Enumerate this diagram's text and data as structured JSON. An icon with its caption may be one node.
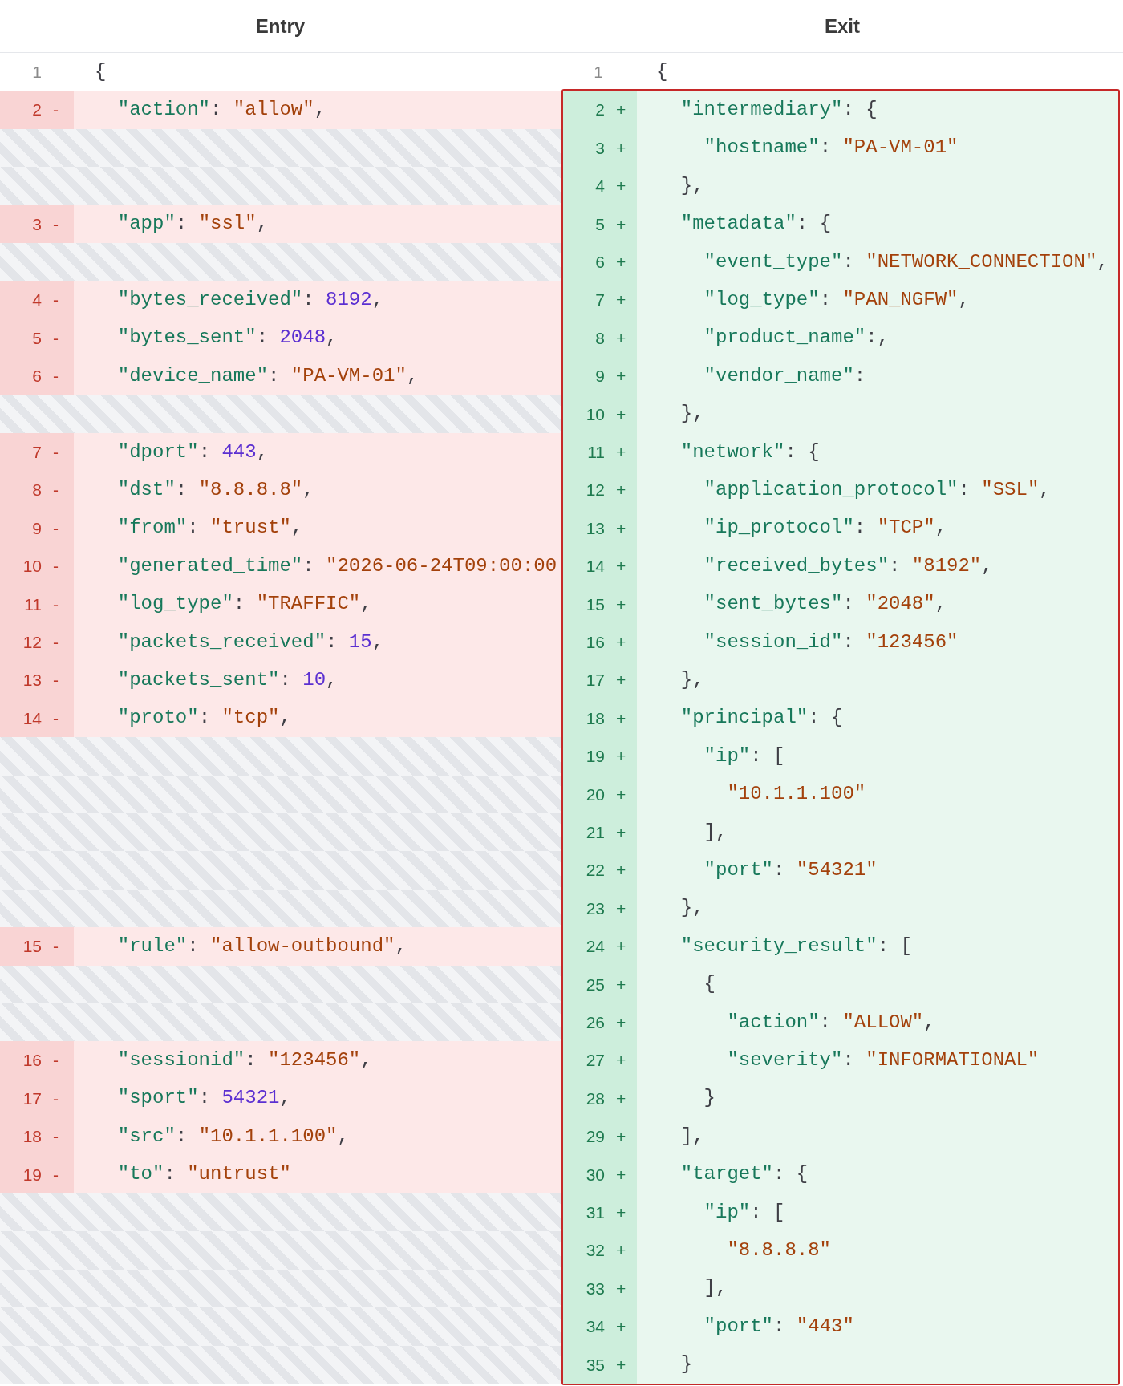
{
  "diagram": {
    "nodes": [
      {
        "text": [
          "2",
          "+",
          "\"intermediary\": {",
          "3",
          "+",
          "\"hostname\": \"PA-VM-01\"",
          "4",
          "+",
          "},",
          "5",
          "+",
          "\"metadata\": {",
          "6",
          "+",
          "\"event_type\": \"NETWORK_CONNECTION\",",
          "7",
          "+",
          "\"log_type\": \"PAN_NGFW\",",
          "8",
          "+",
          "\"product_name\":,",
          "9",
          "+",
          "\"vendor_name\":",
          "10",
          "+",
          "},",
          "11",
          "+",
          "\"network\": {",
          "12",
          "+",
          "\"application_protocol\": \"SSL\",",
          "13",
          "+",
          "\"ip_protocol\": \"TCP\",",
          "14",
          "+",
          "\"received_bytes\": \"8192\",",
          "15",
          "+",
          "\"sent_bytes\": \"2048\",",
          "16",
          "+",
          "\"session_id\": \"123456\"",
          "17",
          "+",
          "},",
          "18",
          "+",
          "\"principal\": {",
          "19",
          "+",
          "\"ip\": [",
          "20",
          "+",
          "\"10.1.1.100\"",
          "21",
          "+",
          "],",
          "22",
          "+",
          "\"port\": \"54321\"",
          "23",
          "+",
          "},",
          "24",
          "+",
          "\"security_result\": [",
          "25",
          "+",
          "{",
          "26",
          "+",
          "\"action\": \"ALLOW\",",
          "27",
          "+",
          "\"severity\": \"INFORMATIONAL\"",
          "28",
          "+",
          "}",
          "29",
          "+",
          "],",
          "30",
          "+",
          "\"target\": {",
          "31",
          "+",
          "\"ip\": [",
          "32",
          "+",
          "\"8.8.8.8\"",
          "33",
          "+",
          "],",
          "34",
          "+",
          "\"port\": \"443\"",
          "35",
          "+",
          "}"
        ]
      }
    ],
    "labels": [
      "Entry",
      "Exit",
      "1",
      "{",
      "2",
      "-",
      "\"action\": \"allow\",",
      "3",
      "-",
      "\"app\": \"ssl\",",
      "4",
      "-",
      "\"bytes_received\": 8192,",
      "5",
      "-",
      "\"bytes_sent\": 2048,",
      "6",
      "-",
      "\"device_name\": \"PA-VM-01\",",
      "7",
      "-",
      "\"dport\": 443,",
      "8",
      "-",
      "\"dst\": \"8.8.8.8\",",
      "9",
      "-",
      "\"from\": \"trust\",",
      "10",
      "-",
      "\"generated_time\": \"2026-06-24T09:00:00",
      "11",
      "-",
      "\"log_type\": \"TRAFFIC\",",
      "12",
      "-",
      "\"packets_received\": 15,",
      "13",
      "-",
      "\"packets_sent\": 10,",
      "14",
      "-",
      "\"proto\": \"tcp\",",
      "15",
      "-",
      "\"rule\": \"allow-outbound\",",
      "16",
      "-",
      "\"sessionid\": \"123456\",",
      "17",
      "-",
      "\"sport\": 54321,",
      "18",
      "-",
      "\"src\": \"10.1.1.100\",",
      "19",
      "-",
      "\"to\": \"untrust\"",
      "1",
      "{"
    ]
  }
}
